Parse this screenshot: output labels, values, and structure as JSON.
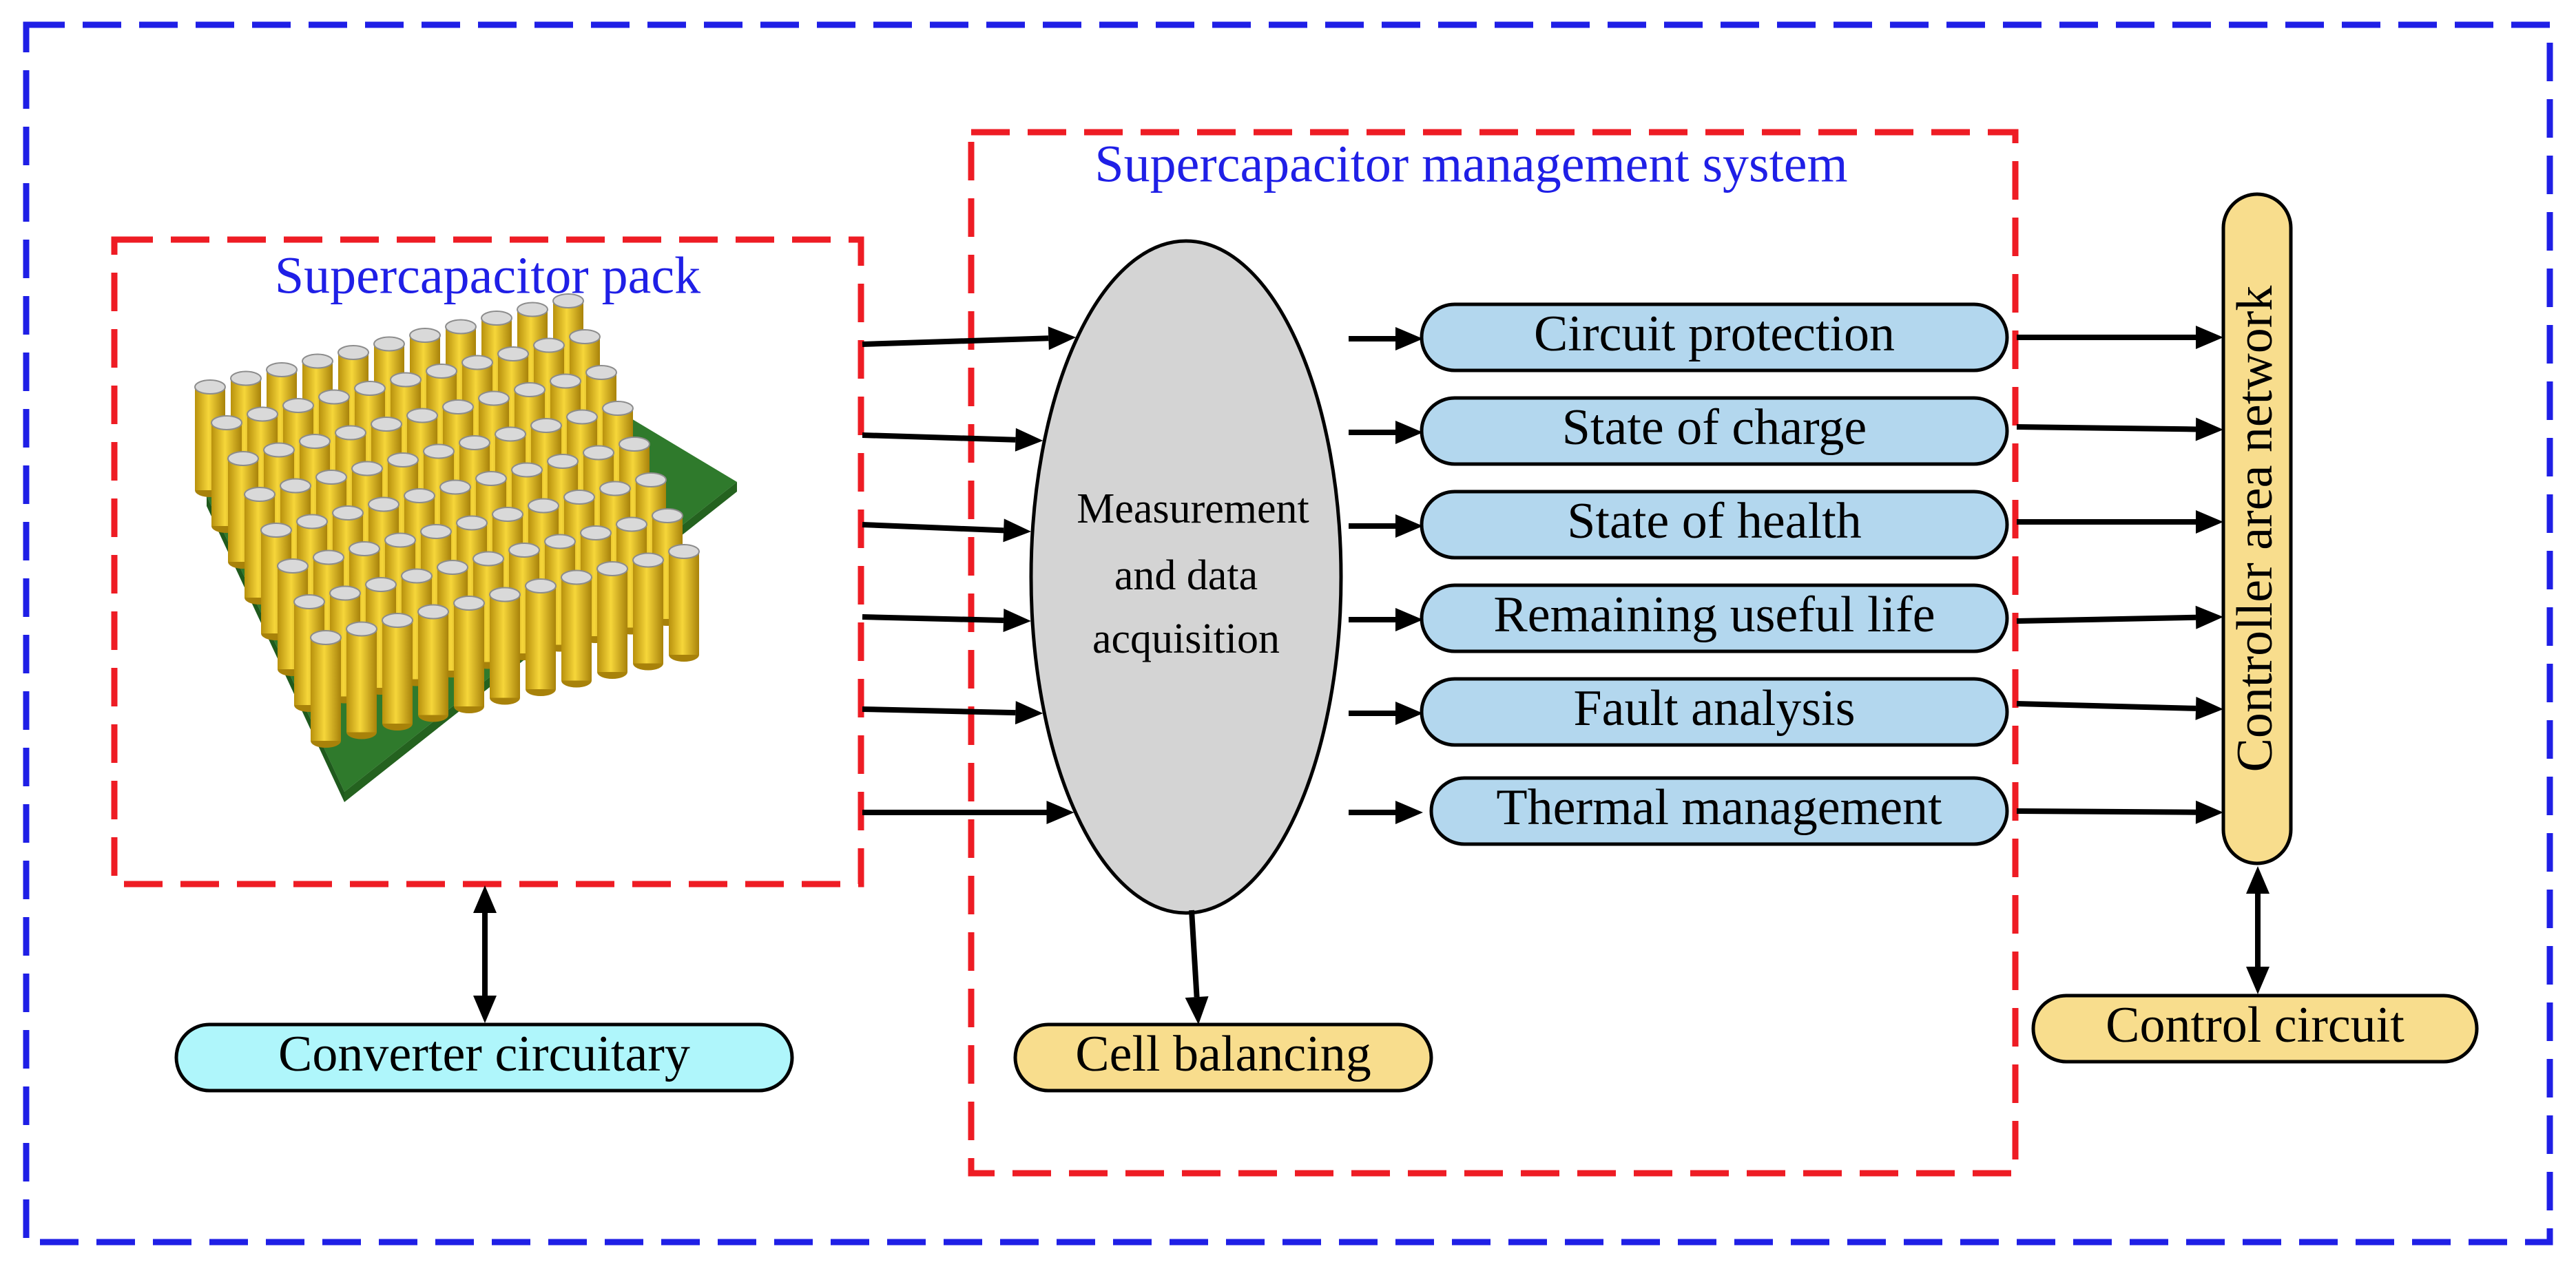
{
  "colors": {
    "outer_border": "#1f1fe6",
    "group_border": "#ee1c24",
    "title_text": "#1f1fe6",
    "module_fill": "#b3d7ee",
    "converter_fill": "#aff6fb",
    "accent_fill": "#f8dd8d",
    "core_fill": "#d4d4d4",
    "pcb_green": "#2f7a2c",
    "cap_yellow": "#e9c421"
  },
  "pack": {
    "title": "Supercapacitor pack",
    "image_icon": "supercapacitor-pack-photo"
  },
  "sms": {
    "title": "Supercapacitor management system",
    "core_lines": [
      "Measurement",
      "and data",
      "acquisition"
    ],
    "modules": [
      "Circuit protection",
      "State of charge",
      "State of health",
      "Remaining useful life",
      "Fault analysis",
      "Thermal management"
    ],
    "balancing": "Cell balancing"
  },
  "converter": "Converter circuitary",
  "can": "Controller area network",
  "control": "Control circuit"
}
